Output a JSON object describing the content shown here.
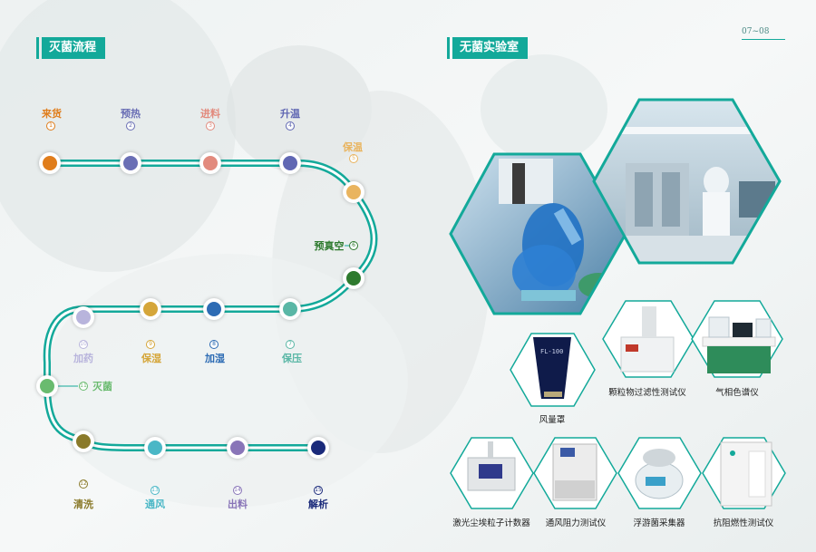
{
  "page_number": "07~08",
  "left_title": "灭菌流程",
  "right_title": "无菌实验室",
  "process_steps": [
    {
      "label": "来货",
      "num": "1",
      "color": "#e07d1b"
    },
    {
      "label": "预热",
      "num": "2",
      "color": "#6a6fb5"
    },
    {
      "label": "进料",
      "num": "3",
      "color": "#e28a7d"
    },
    {
      "label": "升温",
      "num": "4",
      "color": "#6067b3"
    },
    {
      "label": "保温",
      "num": "5",
      "color": "#e9b45f"
    },
    {
      "label": "预真空",
      "num": "6",
      "color": "#2e7a2e"
    },
    {
      "label": "保压",
      "num": "7",
      "color": "#5ab7a6"
    },
    {
      "label": "加湿",
      "num": "8",
      "color": "#2e6cb4"
    },
    {
      "label": "保湿",
      "num": "9",
      "color": "#d5a63a"
    },
    {
      "label": "加药",
      "num": "10",
      "color": "#b8b4dc"
    },
    {
      "label": "灭菌",
      "num": "11",
      "color": "#6abb6f"
    },
    {
      "label": "清洗",
      "num": "12",
      "color": "#8a7a2a"
    },
    {
      "label": "通风",
      "num": "13",
      "color": "#4ab7c6"
    },
    {
      "label": "出料",
      "num": "14",
      "color": "#8975b8"
    },
    {
      "label": "解析",
      "num": "15",
      "color": "#1a2a7a"
    }
  ],
  "instruments": [
    {
      "caption": "风量罩",
      "icon": "flow-hood-icon"
    },
    {
      "caption": "颗粒物过滤性测试仪",
      "icon": "particle-filter-tester-icon"
    },
    {
      "caption": "气相色谱仪",
      "icon": "gas-chromatograph-icon"
    },
    {
      "caption": "激光尘埃粒子计数器",
      "icon": "laser-particle-counter-icon"
    },
    {
      "caption": "通风阻力测试仪",
      "icon": "ventilation-resistance-tester-icon"
    },
    {
      "caption": "浮游菌采集器",
      "icon": "airborne-bacteria-sampler-icon"
    },
    {
      "caption": "抗阻燃性测试仪",
      "icon": "flame-resistance-tester-icon"
    }
  ],
  "hood_device_label": "FL-100",
  "colors": {
    "accent": "#13a99a",
    "track": "#13a99a"
  }
}
